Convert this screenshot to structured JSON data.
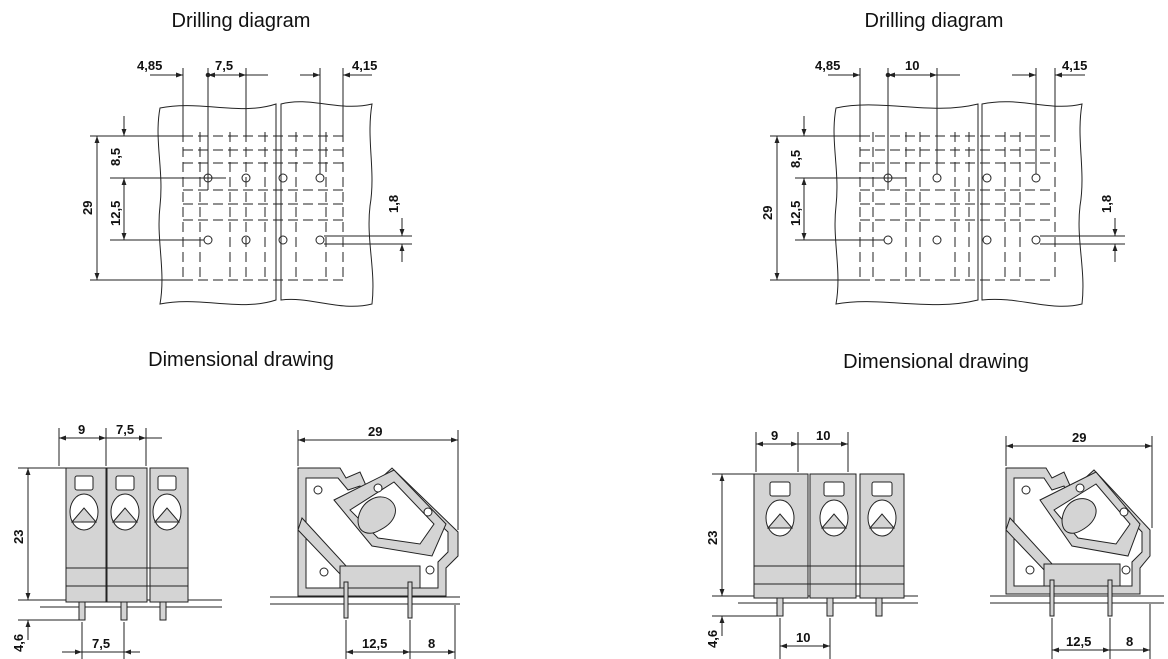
{
  "titles": {
    "drilling_left": "Drilling diagram",
    "drilling_right": "Drilling diagram",
    "dimensional_left": "Dimensional drawing",
    "dimensional_right": "Dimensional drawing"
  },
  "drill_left": {
    "edge_left": "4,85",
    "pitch": "7,5",
    "edge_right": "4,15",
    "row_top": "8,5",
    "row_gap": "12,5",
    "height": "29",
    "hole": "1,8"
  },
  "drill_right": {
    "edge_left": "4,85",
    "pitch": "10",
    "edge_right": "4,15",
    "row_top": "8,5",
    "row_gap": "12,5",
    "height": "29",
    "hole": "1,8"
  },
  "front_left": {
    "offset": "9",
    "pitch": "7,5",
    "height": "23",
    "pin": "4,6",
    "pin_pitch": "7,5"
  },
  "front_right": {
    "offset": "9",
    "pitch": "10",
    "height": "23",
    "pin": "4,6",
    "pin_pitch": "10"
  },
  "side_left": {
    "depth": "29",
    "pin_gap": "12,5",
    "back": "8"
  },
  "side_right": {
    "depth": "29",
    "pin_gap": "12,5",
    "back": "8"
  },
  "colors": {
    "line": "#222222",
    "fill": "#d4d4d4"
  }
}
